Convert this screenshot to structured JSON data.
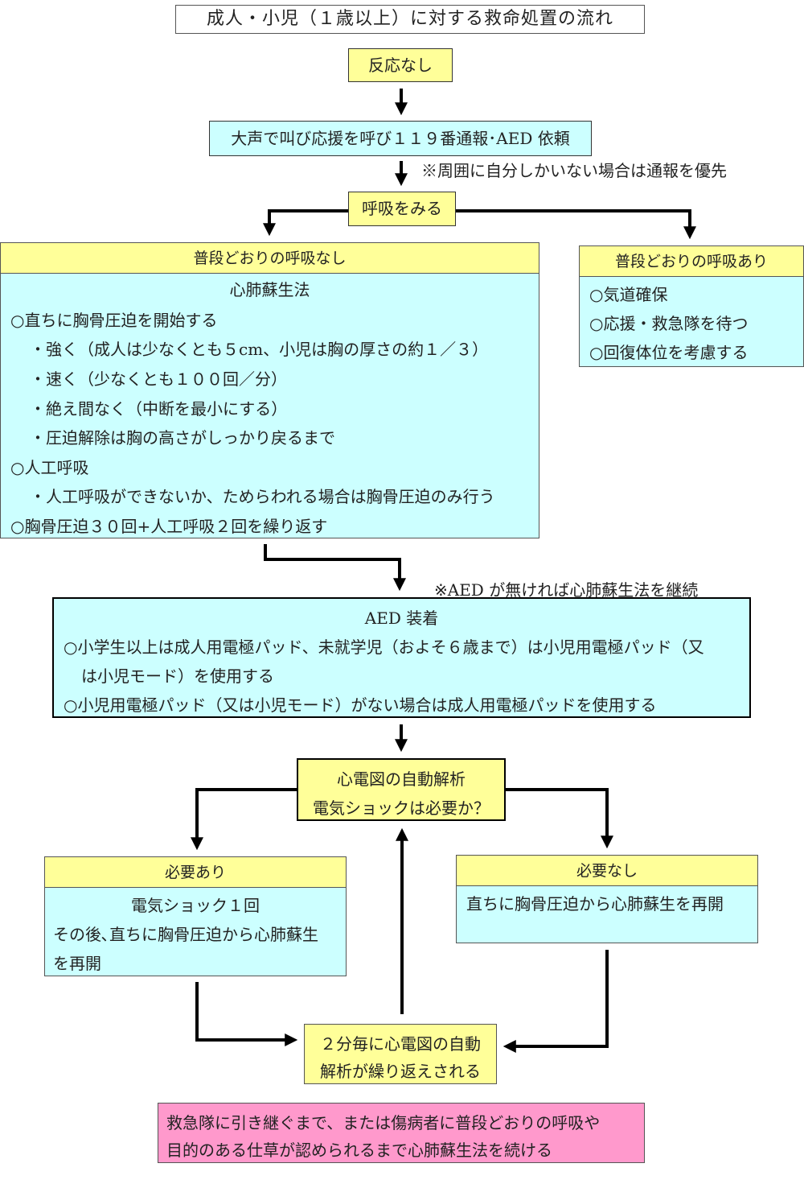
{
  "title": "成人・小児（１歳以上）に対する救命処置の流れ",
  "no_response": "反応なし",
  "call_help": "大声で叫び応援を呼び１１９番通報･AED 依頼",
  "note_alone": "※周囲に自分しかいない場合は通報を優先",
  "check_breathing": "呼吸をみる",
  "no_normal_breathing": {
    "header": "普段どおりの呼吸なし",
    "subtitle": "心肺蘇生法",
    "lines": [
      "○直ちに胸骨圧迫を開始する",
      "・強く（成人は少なくとも５cm、小児は胸の厚さの約１／３）",
      "・速く（少なくとも１００回／分）",
      "・絶え間なく（中断を最小にする）",
      "・圧迫解除は胸の高さがしっかり戻るまで",
      "○人工呼吸",
      "・人工呼吸ができないか、ためらわれる場合は胸骨圧迫のみ行う",
      "○胸骨圧迫３０回+人工呼吸２回を繰り返す"
    ]
  },
  "normal_breathing": {
    "header": "普段どおりの呼吸あり",
    "lines": [
      "○気道確保",
      "○応援・救急隊を待つ",
      "○回復体位を考慮する"
    ]
  },
  "note_no_aed": "※AED が無ければ心肺蘇生法を継続",
  "aed": {
    "title": "AED 装着",
    "line1": "○小学生以上は成人用電極パッド、未就学児（およそ６歳まで）は小児用電極パッド（又",
    "line1b": "は小児モード）を使用する",
    "line2": "○小児用電極パッド（又は小児モード）がない場合は成人用電極パッドを使用する"
  },
  "analysis": {
    "line1": "心電図の自動解析",
    "line2": "電気ショックは必要か？"
  },
  "shock_needed": {
    "header": "必要あり",
    "line1": "電気ショック１回",
    "line2": "その後､直ちに胸骨圧迫から心肺蘇生",
    "line3": "を再開"
  },
  "shock_not_needed": {
    "header": "必要なし",
    "line1": "直ちに胸骨圧迫から心肺蘇生を再開"
  },
  "repeat": {
    "line1": "２分毎に心電図の自動",
    "line2": "解析が繰り返えされる"
  },
  "continue": {
    "line1": "救急隊に引き継ぐまで、または傷病者に普段どおりの呼吸や",
    "line2": "目的のある仕草が認められるまで心肺蘇生法を続ける"
  },
  "colors": {
    "yellow": "#ffff99",
    "cyan": "#ccffff",
    "pink": "#ff99cc",
    "arrow": "#000000"
  }
}
